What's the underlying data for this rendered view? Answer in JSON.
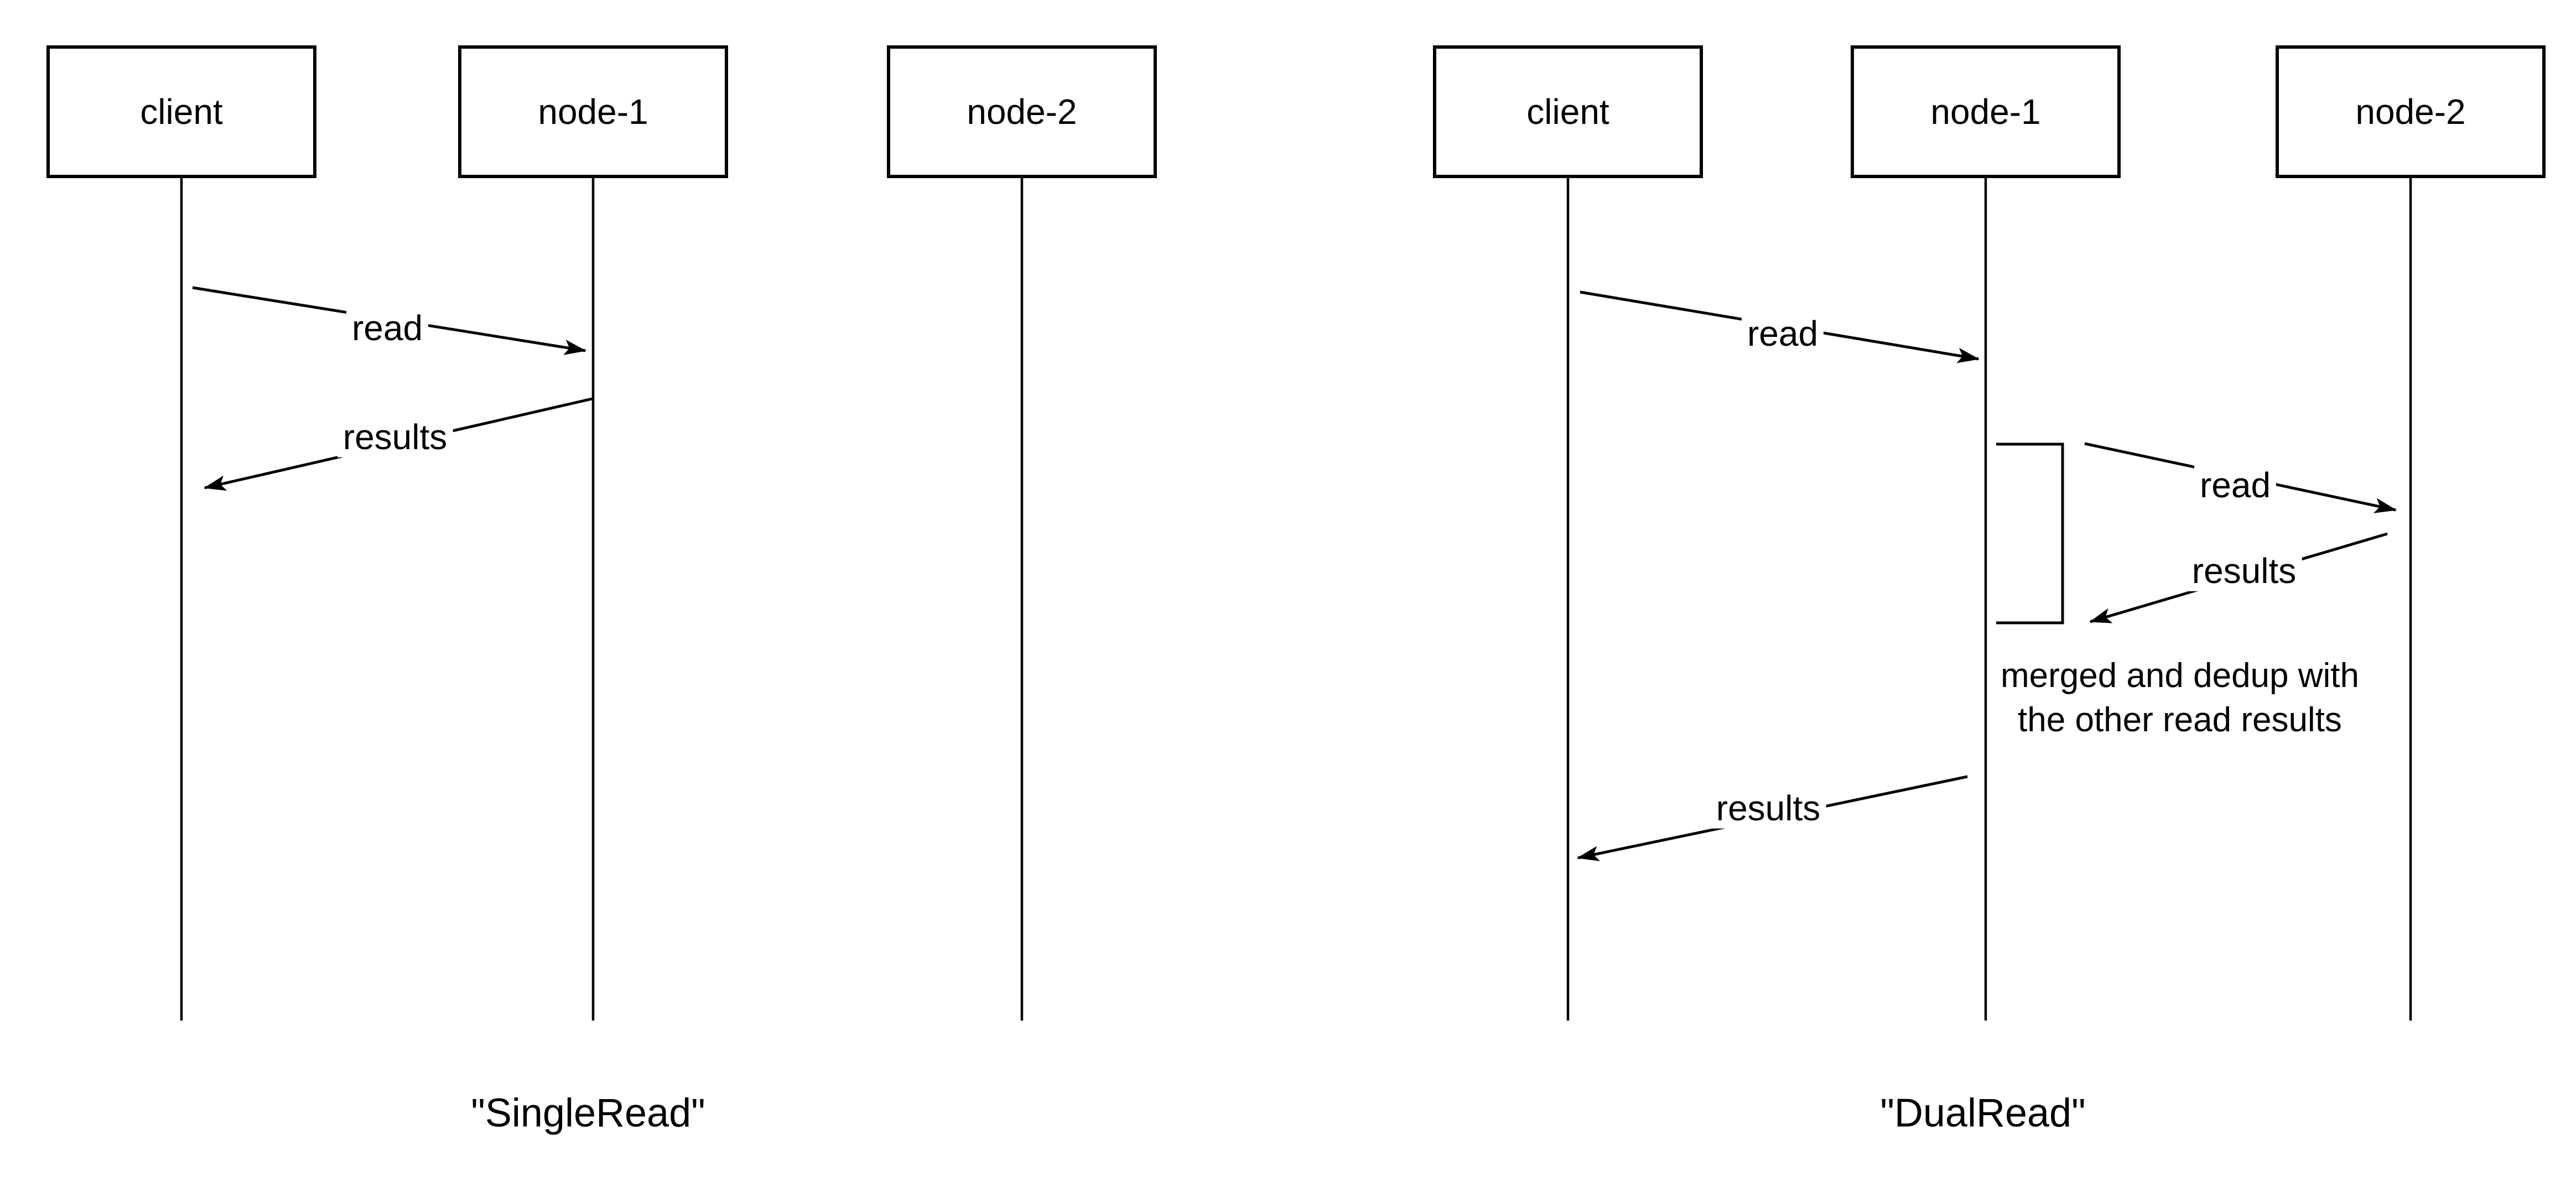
{
  "diagrams": {
    "single": {
      "caption": "\"SingleRead\"",
      "actors": {
        "client": "client",
        "node1": "node-1",
        "node2": "node-2"
      },
      "messages": {
        "read": "read",
        "results": "results"
      }
    },
    "dual": {
      "caption": "\"DualRead\"",
      "actors": {
        "client": "client",
        "node1": "node-1",
        "node2": "node-2"
      },
      "messages": {
        "read1": "read",
        "read2": "read",
        "results1": "results",
        "results2": "results"
      },
      "note": {
        "line1": "merged and dedup with",
        "line2": "the other read results"
      }
    }
  }
}
